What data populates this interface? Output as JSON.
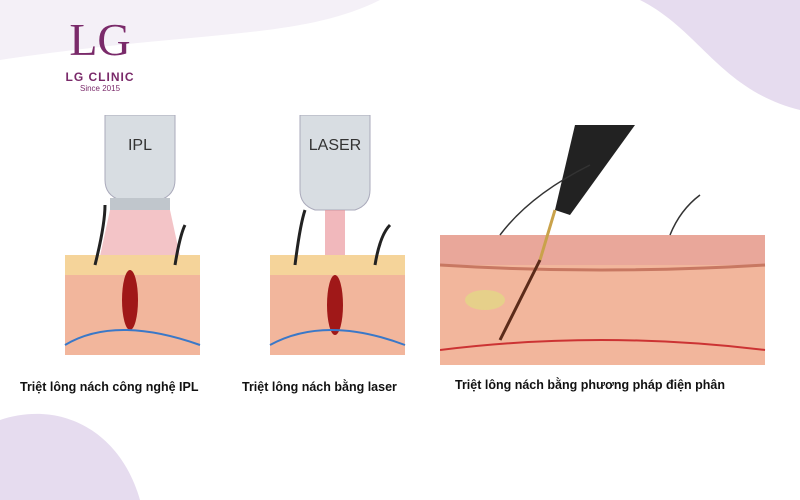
{
  "logo": {
    "monogram": "LG",
    "name": "LG CLINIC",
    "since": "Since 2015"
  },
  "panels": [
    {
      "device_label": "IPL",
      "caption": "Triệt lông nách công nghệ IPL"
    },
    {
      "device_label": "LASER",
      "caption": "Triệt lông nách bằng laser"
    },
    {
      "caption": "Triệt lông nách bằng phương pháp điện phân"
    }
  ],
  "colors": {
    "brand": "#7a2a6a",
    "skin": "#f2b69c",
    "bg_accent": "#e6dcef"
  }
}
